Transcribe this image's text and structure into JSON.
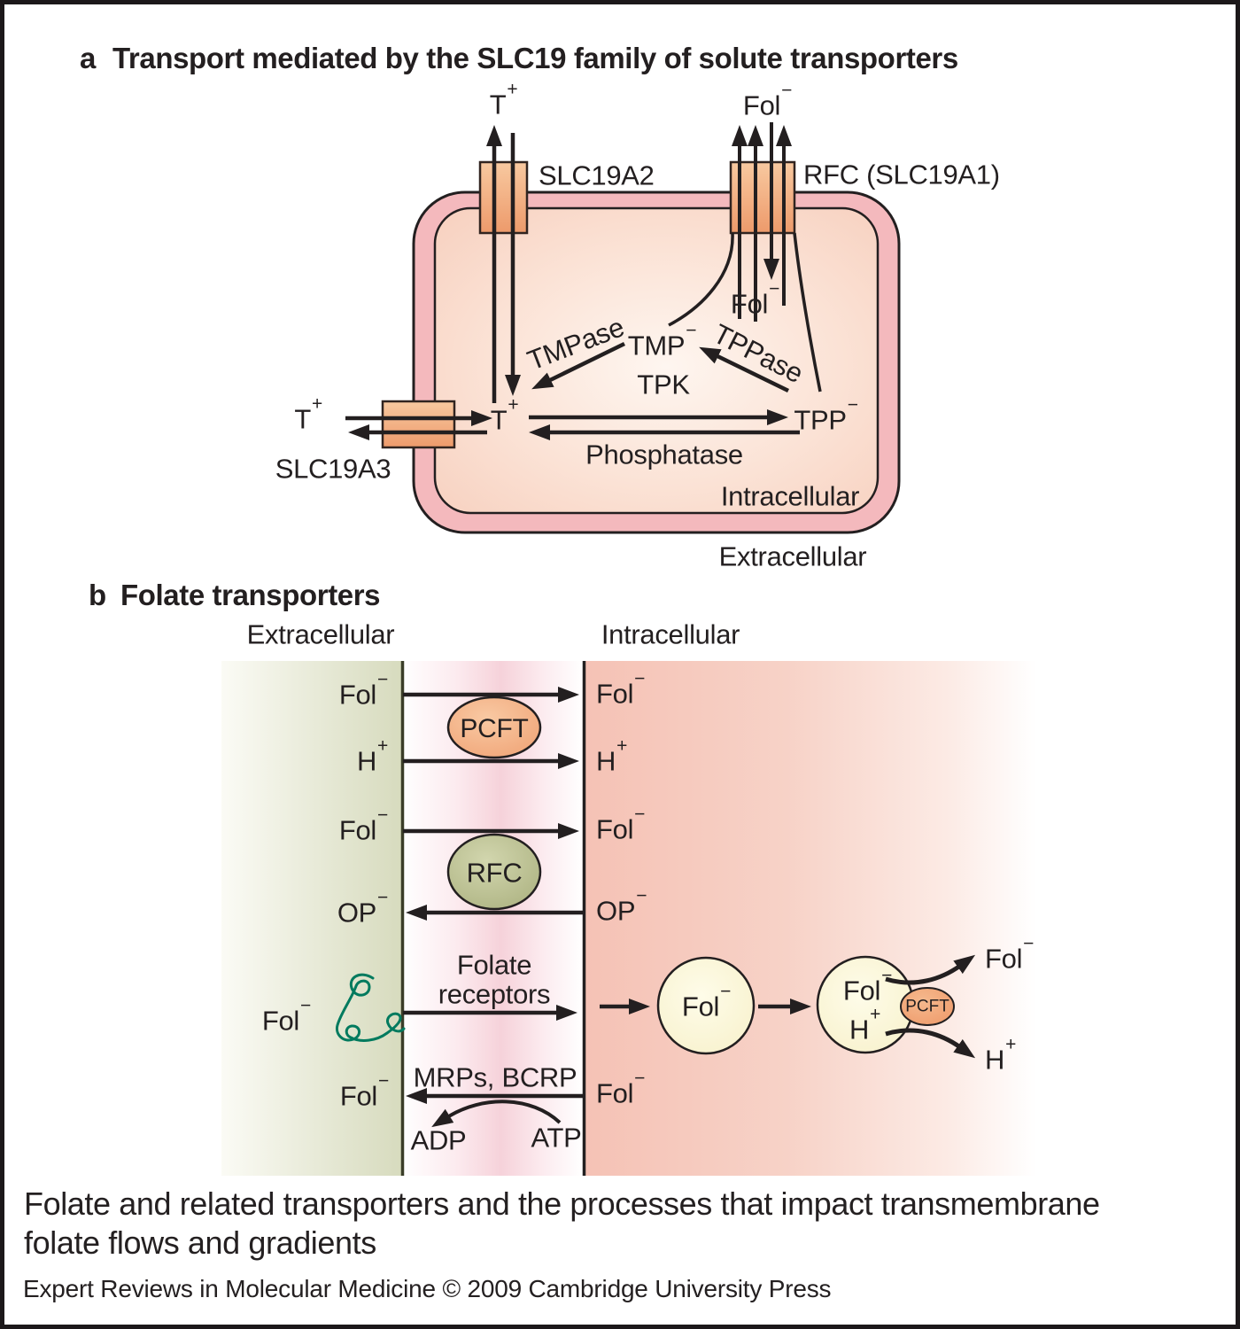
{
  "panel_a": {
    "index": "a",
    "title": "Transport mediated by the SLC19 family of solute transporters",
    "t_top": {
      "base": "T",
      "sup": "+"
    },
    "slc19a2": "SLC19A2",
    "fol_top": {
      "base": "Fol",
      "sup": "−"
    },
    "rfc": "RFC (SLC19A1)",
    "t_out": {
      "base": "T",
      "sup": "+"
    },
    "slc19a3": "SLC19A3",
    "t_in": {
      "base": "T",
      "sup": "+"
    },
    "fol_in": {
      "base": "Fol",
      "sup": "−"
    },
    "tmpase": "TMPase",
    "tmp": {
      "base": "TMP",
      "sup": "−"
    },
    "tppase": "TPPase",
    "tpk": "TPK",
    "tpp": {
      "base": "TPP",
      "sup": "−"
    },
    "phosphatase": "Phosphatase",
    "intracellular": "Intracellular",
    "extracellular": "Extracellular"
  },
  "panel_b": {
    "index": "b",
    "title": "Folate transporters",
    "extracellular": "Extracellular",
    "intracellular": "Intracellular",
    "pcft": "PCFT",
    "rfc": "RFC",
    "row1": {
      "left": {
        "base": "Fol",
        "sup": "−"
      },
      "right": {
        "base": "Fol",
        "sup": "−"
      }
    },
    "row2": {
      "left": {
        "base": "H",
        "sup": "+"
      },
      "right": {
        "base": "H",
        "sup": "+"
      }
    },
    "row3": {
      "left": {
        "base": "Fol",
        "sup": "−"
      },
      "right": {
        "base": "Fol",
        "sup": "−"
      }
    },
    "row4": {
      "left": {
        "base": "OP",
        "sup": "−"
      },
      "right": {
        "base": "OP",
        "sup": "−"
      }
    },
    "folate_receptors": {
      "line1": "Folate",
      "line2": "receptors"
    },
    "fol_free": {
      "base": "Fol",
      "sup": "−"
    },
    "endosome1": {
      "fol": {
        "base": "Fol",
        "sup": "−"
      }
    },
    "endosome2": {
      "fol": {
        "base": "Fol",
        "sup": "−"
      },
      "h": {
        "base": "H",
        "sup": "+"
      }
    },
    "pcft_small": "PCFT",
    "fol_released": {
      "base": "Fol",
      "sup": "−"
    },
    "h_released": {
      "base": "H",
      "sup": "+"
    },
    "mrps": "MRPs, BCRP",
    "row6": {
      "left": {
        "base": "Fol",
        "sup": "−"
      },
      "right": {
        "base": "Fol",
        "sup": "−"
      }
    },
    "adp": "ADP",
    "atp": "ATP"
  },
  "caption": {
    "line1": "Folate and related transporters and the processes that impact transmembrane",
    "line2": "folate flows and gradients",
    "credit": "Expert Reviews in Molecular Medicine © 2009 Cambridge University Press"
  },
  "colors": {
    "line": "#231f20",
    "membrane_pink": "#f4b9bd",
    "transporter_orange": "#ee9c6e",
    "pcft_orange": "#f0a173",
    "rfc_olive": "#aab17f",
    "endosome_cream": "#f8f2cd",
    "receptor_green": "#007a5e"
  }
}
